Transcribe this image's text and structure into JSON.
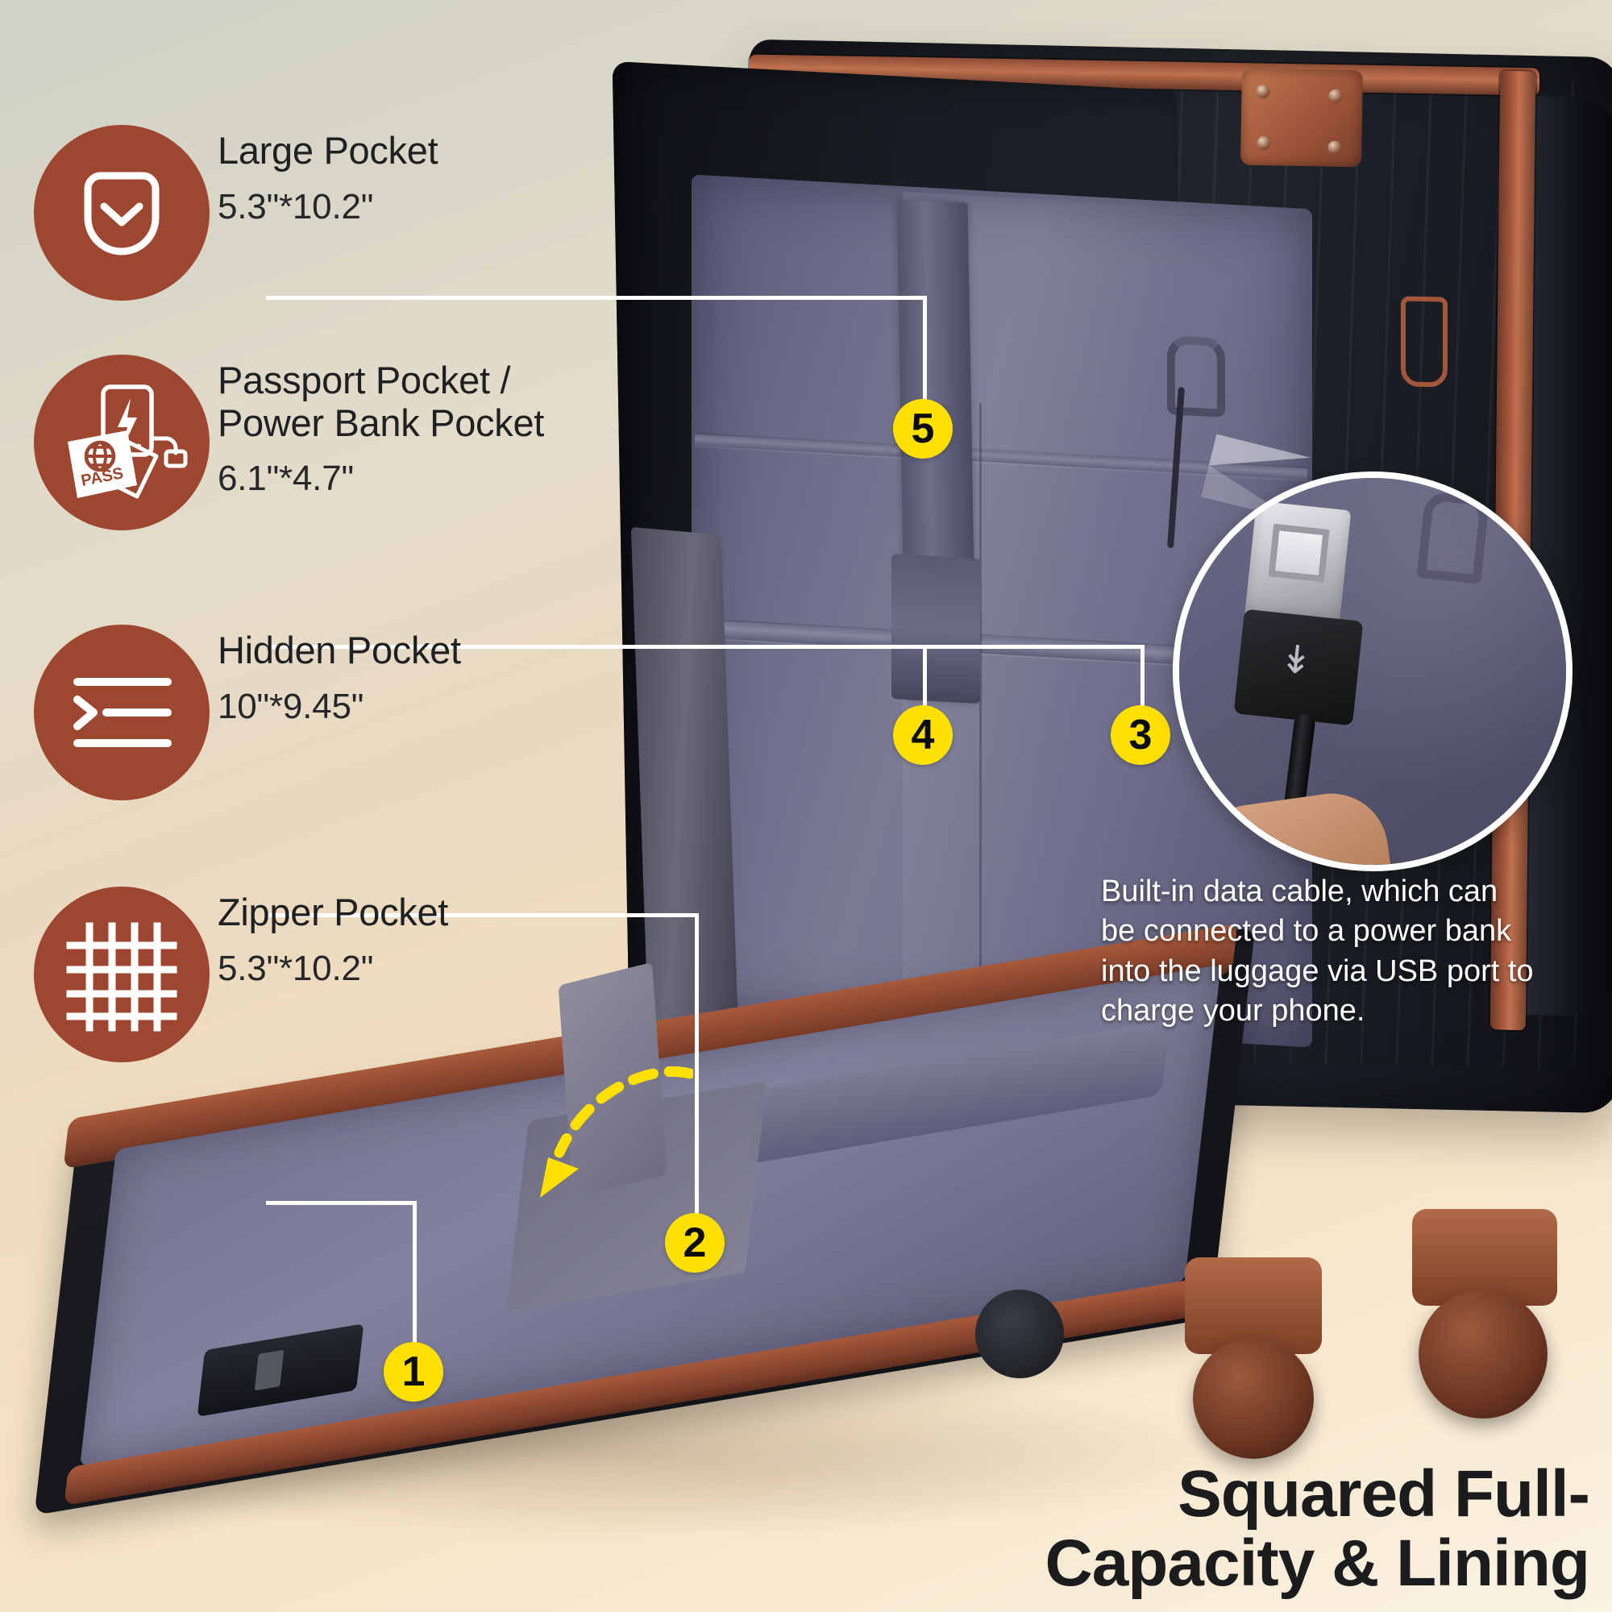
{
  "theme": {
    "badge_color": "#9d4730",
    "marker_color": "#ffe000",
    "leader_color": "#ffffff",
    "headline_color": "#1b1c1e",
    "caption_color": "#ffffff",
    "bg_top": "#cfd2c6",
    "bg_bottom": "#fbf2e4"
  },
  "features": [
    {
      "id": "large-pocket",
      "title": "Large Pocket",
      "dimension": "5.3\"*10.2\"",
      "icon": "pocket-chevron-down-icon"
    },
    {
      "id": "passport-power-bank-pocket",
      "title": "Passport Pocket /\nPower Bank Pocket",
      "dimension": "6.1\"*4.7\"",
      "icon": "passport-power-bank-icon",
      "icon_label": "PASS"
    },
    {
      "id": "hidden-pocket",
      "title": "Hidden Pocket",
      "dimension": "10\"*9.45\"",
      "icon": "hidden-pocket-lines-icon"
    },
    {
      "id": "zipper-pocket",
      "title": "Zipper Pocket",
      "dimension": "5.3\"*10.2\"",
      "icon": "zipper-mesh-grid-icon"
    }
  ],
  "markers": [
    {
      "label": "1"
    },
    {
      "label": "2"
    },
    {
      "label": "3"
    },
    {
      "label": "4"
    },
    {
      "label": "5"
    }
  ],
  "usb_callout": {
    "text": "Built-in data cable, which can be connected to a power bank into the luggage via USB port to charge your phone.",
    "magnifier_icon": "usb-connector-icon"
  },
  "headline": {
    "text": "Squared Full-\nCapacity & Lining"
  }
}
